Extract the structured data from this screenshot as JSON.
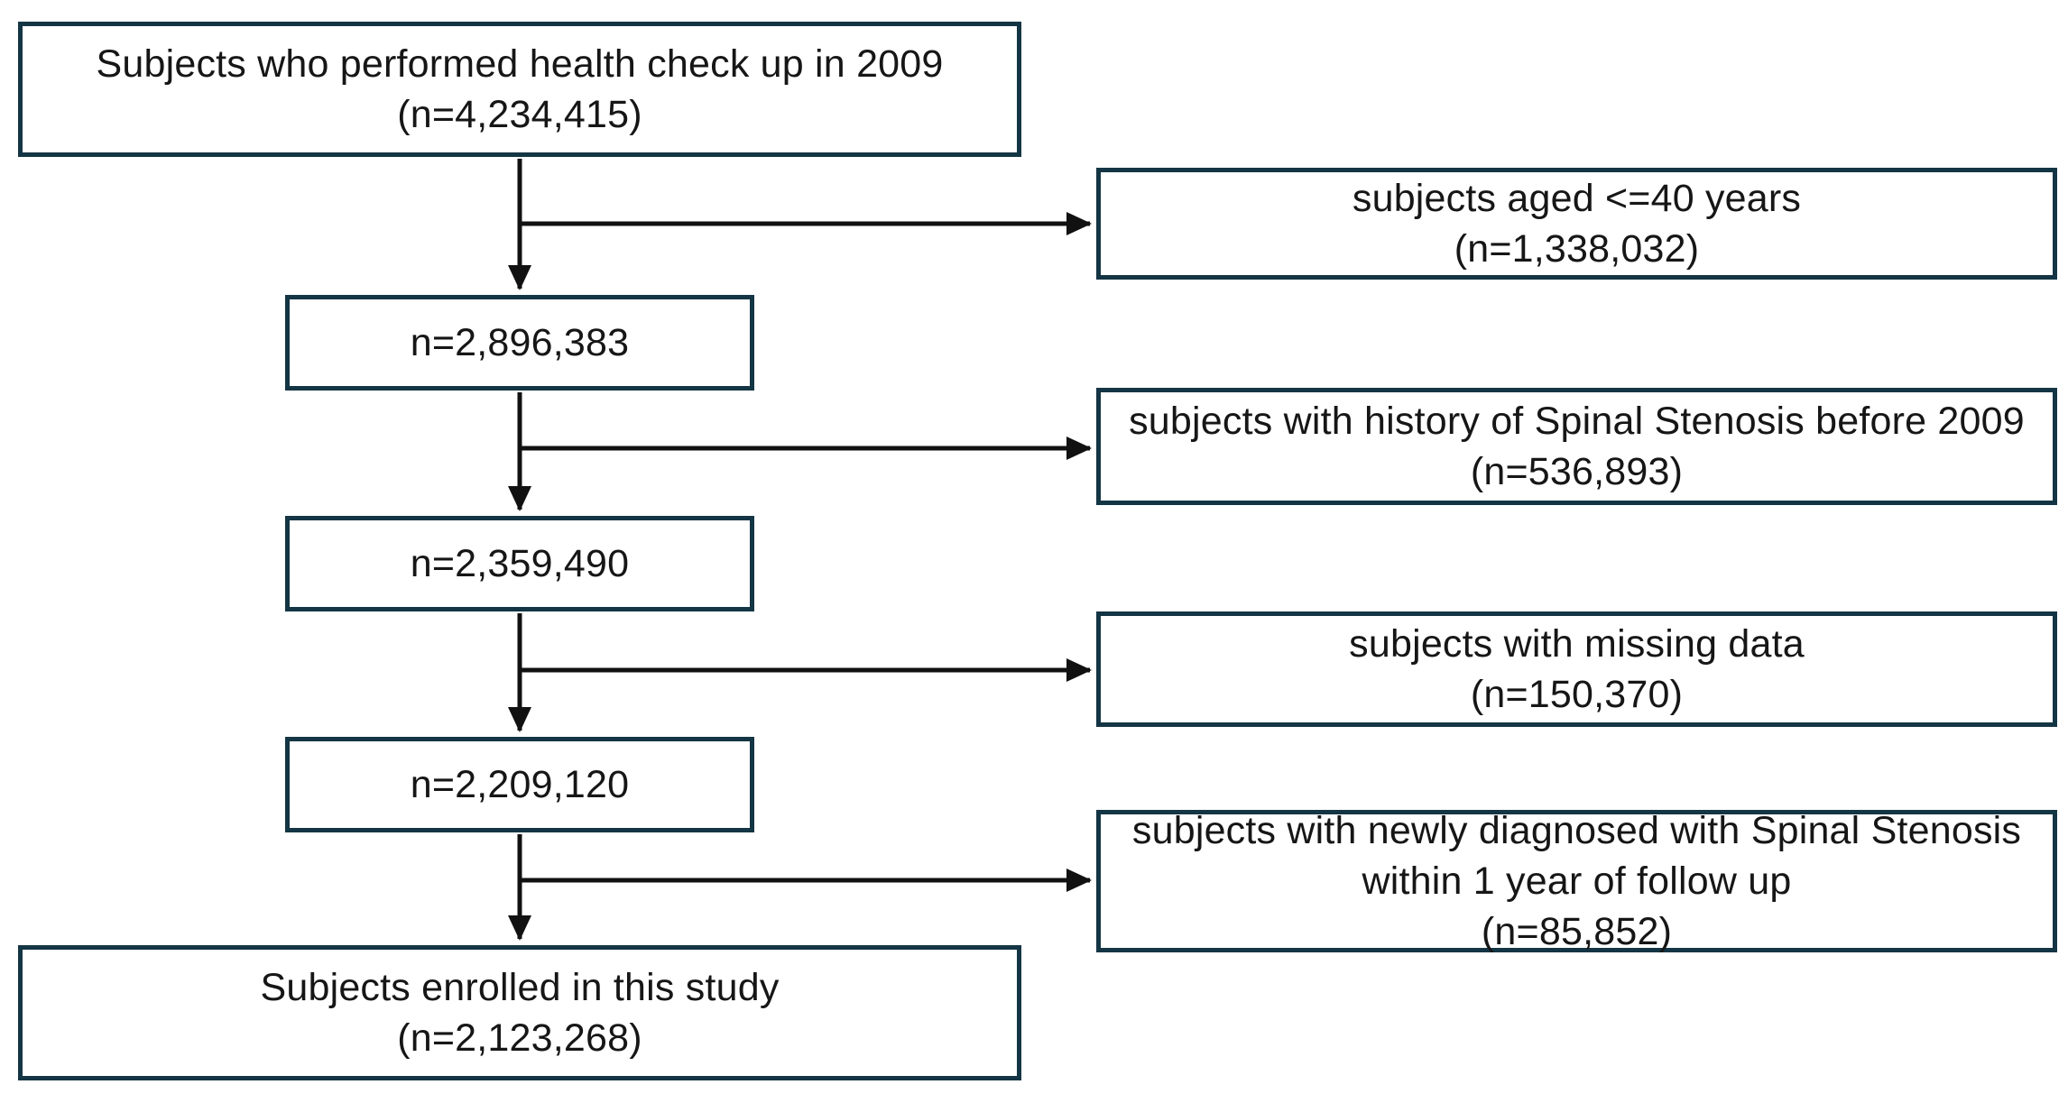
{
  "diagram": {
    "title": "Study enrollment flowchart",
    "type": "flowchart",
    "colors": {
      "box_border": "#143544",
      "arrow": "#111111",
      "text": "#161616",
      "background": "#ffffff"
    },
    "nodes": {
      "start": {
        "label": "Subjects who performed health check up in 2009",
        "n": "(n=4,234,415)"
      },
      "after_age_exclusion": {
        "n": "n=2,896,383"
      },
      "after_history_exclusion": {
        "n": "n=2,359,490"
      },
      "after_missing_exclusion": {
        "n": "n=2,209,120"
      },
      "enrolled": {
        "label": "Subjects enrolled in this study",
        "n": "(n=2,123,268)"
      },
      "excluded_age": {
        "label": "subjects aged <=40 years",
        "n": "(n=1,338,032)"
      },
      "excluded_history": {
        "label": "subjects with history of Spinal Stenosis before 2009",
        "n": "(n=536,893)"
      },
      "excluded_missing": {
        "label": "subjects with missing data",
        "n": "(n=150,370)"
      },
      "excluded_newly_diagnosed": {
        "label_line1": "subjects with newly diagnosed with Spinal Stenosis",
        "label_line2": "within 1 year of follow up",
        "n": "(n=85,852)"
      }
    }
  }
}
